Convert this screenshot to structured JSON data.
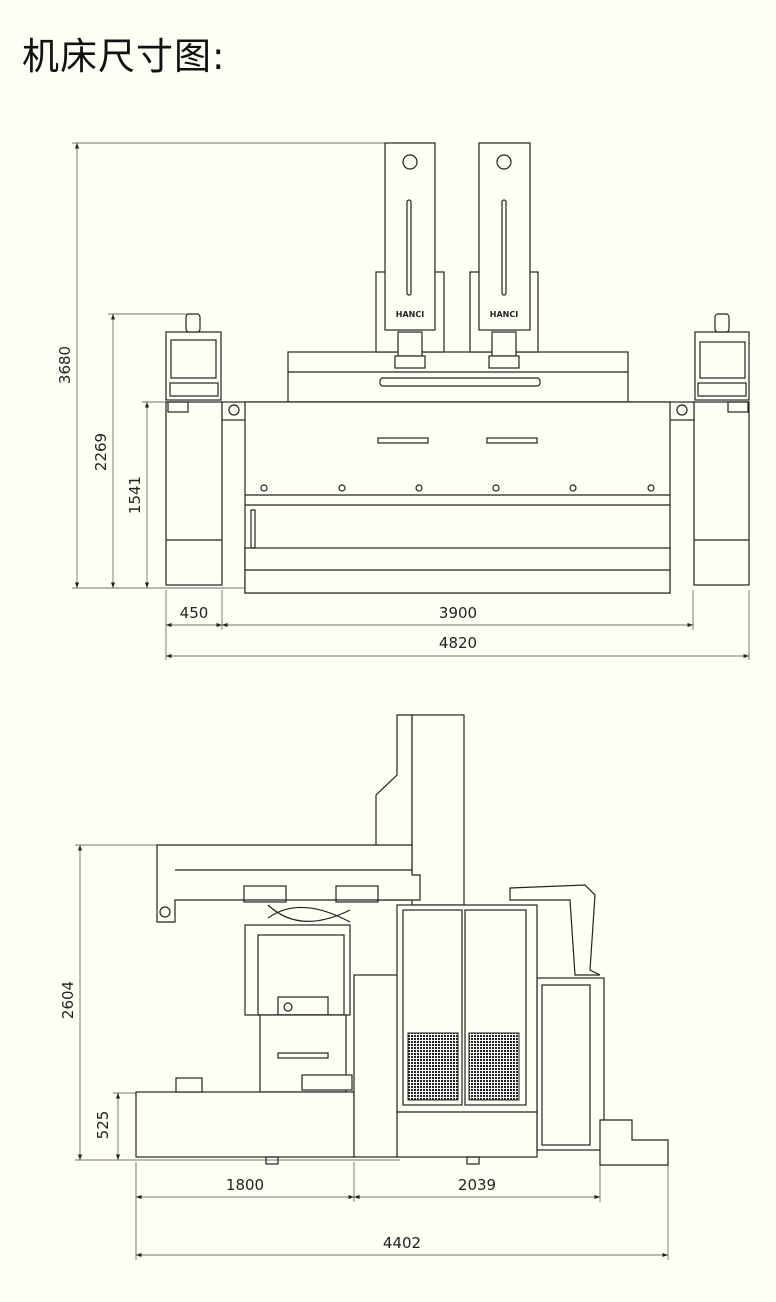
{
  "title": "机床尺寸图:",
  "front_view": {
    "brand_logo": "HANCI",
    "dimensions": {
      "height_total": "3680",
      "height_panel": "2269",
      "height_cabinet": "1541",
      "width_cabinet": "450",
      "width_body": "3900",
      "width_total": "4820"
    }
  },
  "side_view": {
    "dimensions": {
      "height_total": "2604",
      "height_tank": "525",
      "depth_tank": "1800",
      "depth_body": "2039",
      "depth_total": "4402"
    }
  }
}
